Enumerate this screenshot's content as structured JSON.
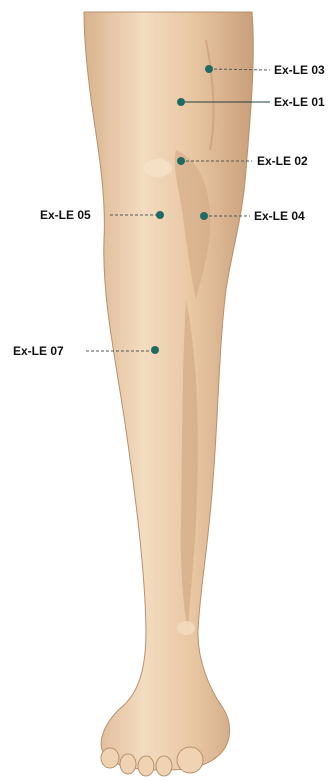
{
  "colors": {
    "skin": "#e9c9a6",
    "skin_shadow": "#cfa682",
    "skin_highlight": "#f6e1c8",
    "point": "#1f6b63",
    "leader_line": "#555555"
  },
  "points": [
    {
      "id": "p03",
      "label": "Ex-LE 03",
      "line_style": "dashed"
    },
    {
      "id": "p01",
      "label": "Ex-LE 01",
      "line_style": "solid"
    },
    {
      "id": "p02",
      "label": "Ex-LE 02",
      "line_style": "dashed"
    },
    {
      "id": "p05",
      "label": "Ex-LE 05",
      "line_style": "dashed"
    },
    {
      "id": "p04",
      "label": "Ex-LE 04",
      "line_style": "dashed"
    },
    {
      "id": "p07",
      "label": "Ex-LE 07",
      "line_style": "dashed"
    }
  ]
}
